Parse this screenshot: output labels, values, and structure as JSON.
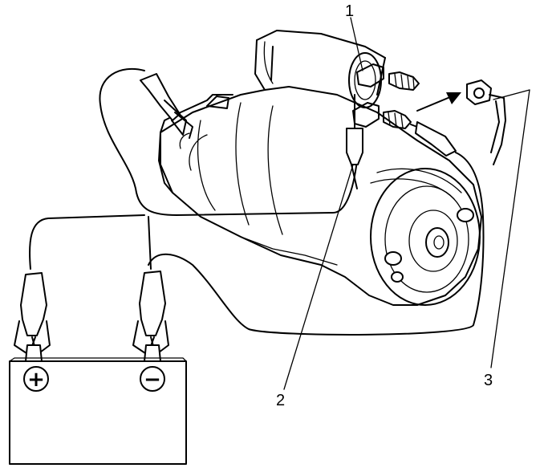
{
  "callouts": [
    {
      "id": "1",
      "text": "1"
    },
    {
      "id": "2",
      "text": "2"
    },
    {
      "id": "3",
      "text": "3"
    }
  ],
  "battery": {
    "positive_symbol": "+",
    "negative_symbol": "−"
  },
  "colors": {
    "ink": "#000000",
    "paper": "#ffffff"
  },
  "icons": [
    "starter-motor-icon",
    "battery-icon",
    "alligator-clip-icon",
    "terminal-bracket-icon",
    "arrow-icon"
  ]
}
